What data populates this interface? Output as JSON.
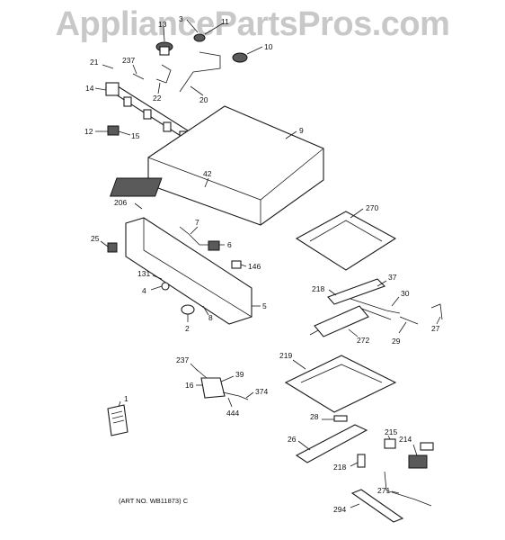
{
  "watermark": "AppliancePartsPros.com",
  "art_number": "(ART NO. WB11873) C",
  "callouts": [
    {
      "id": "c3",
      "text": "3"
    },
    {
      "id": "c11",
      "text": "11"
    },
    {
      "id": "c13",
      "text": "13"
    },
    {
      "id": "c10",
      "text": "10"
    },
    {
      "id": "c21",
      "text": "21"
    },
    {
      "id": "c237a",
      "text": "237"
    },
    {
      "id": "c14",
      "text": "14"
    },
    {
      "id": "c22",
      "text": "22"
    },
    {
      "id": "c20",
      "text": "20"
    },
    {
      "id": "c9",
      "text": "9"
    },
    {
      "id": "c12",
      "text": "12"
    },
    {
      "id": "c15",
      "text": "15"
    },
    {
      "id": "c42",
      "text": "42"
    },
    {
      "id": "c206",
      "text": "206"
    },
    {
      "id": "c270",
      "text": "270"
    },
    {
      "id": "c7",
      "text": "7"
    },
    {
      "id": "c25",
      "text": "25"
    },
    {
      "id": "c6",
      "text": "6"
    },
    {
      "id": "c146",
      "text": "146"
    },
    {
      "id": "c131",
      "text": "131"
    },
    {
      "id": "c37",
      "text": "37"
    },
    {
      "id": "c218a",
      "text": "218"
    },
    {
      "id": "c4",
      "text": "4"
    },
    {
      "id": "c30",
      "text": "30"
    },
    {
      "id": "c5",
      "text": "5"
    },
    {
      "id": "c8",
      "text": "8"
    },
    {
      "id": "c2",
      "text": "2"
    },
    {
      "id": "c272",
      "text": "272"
    },
    {
      "id": "c29",
      "text": "29"
    },
    {
      "id": "c27",
      "text": "27"
    },
    {
      "id": "c219",
      "text": "219"
    },
    {
      "id": "c237b",
      "text": "237"
    },
    {
      "id": "c39",
      "text": "39"
    },
    {
      "id": "c16",
      "text": "16"
    },
    {
      "id": "c374",
      "text": "374"
    },
    {
      "id": "c1",
      "text": "1"
    },
    {
      "id": "c444",
      "text": "444"
    },
    {
      "id": "c28",
      "text": "28"
    },
    {
      "id": "c215",
      "text": "215"
    },
    {
      "id": "c26",
      "text": "26"
    },
    {
      "id": "c214",
      "text": "214"
    },
    {
      "id": "c218b",
      "text": "218"
    },
    {
      "id": "c271",
      "text": "271"
    },
    {
      "id": "c294",
      "text": "294"
    }
  ]
}
